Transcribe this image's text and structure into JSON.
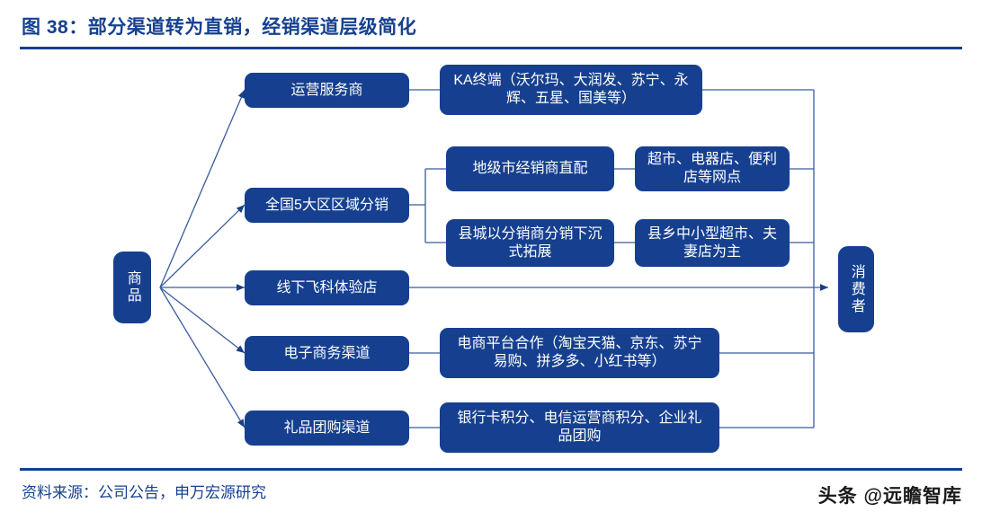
{
  "header": {
    "title": "图 38：部分渠道转为直销，经销渠道层级简化"
  },
  "footer": {
    "source": "资料来源：公司公告，申万宏源研究",
    "watermark": "头条 @远瞻智库"
  },
  "colors": {
    "brand": "#16408F",
    "node_fill": "#16408F",
    "node_text": "#FFFFFF",
    "connector": "#3A5C9E",
    "background": "#FFFFFF"
  },
  "diagram": {
    "source_node": {
      "label": "商品"
    },
    "target_node": {
      "label": "消费者"
    },
    "channels": [
      {
        "label": "运营服务商",
        "downstream": [
          {
            "label": "KA终端（沃尔玛、大润发、苏宁、永辉、五星、国美等）"
          }
        ]
      },
      {
        "label": "全国5大区区域分销",
        "downstream": [
          {
            "label": "地级市经销商直配",
            "terminal": "超市、电器店、便利店等网点"
          },
          {
            "label": "县城以分销商分销下沉式拓展",
            "terminal": "县乡中小型超市、夫妻店为主"
          }
        ]
      },
      {
        "label": "线下飞科体验店",
        "downstream": []
      },
      {
        "label": "电子商务渠道",
        "downstream": [
          {
            "label": "电商平台合作（淘宝天猫、京东、苏宁易购、拼多多、小红书等）"
          }
        ]
      },
      {
        "label": "礼品团购渠道",
        "downstream": [
          {
            "label": "银行卡积分、电信运营商积分、企业礼品团购"
          }
        ]
      }
    ]
  }
}
